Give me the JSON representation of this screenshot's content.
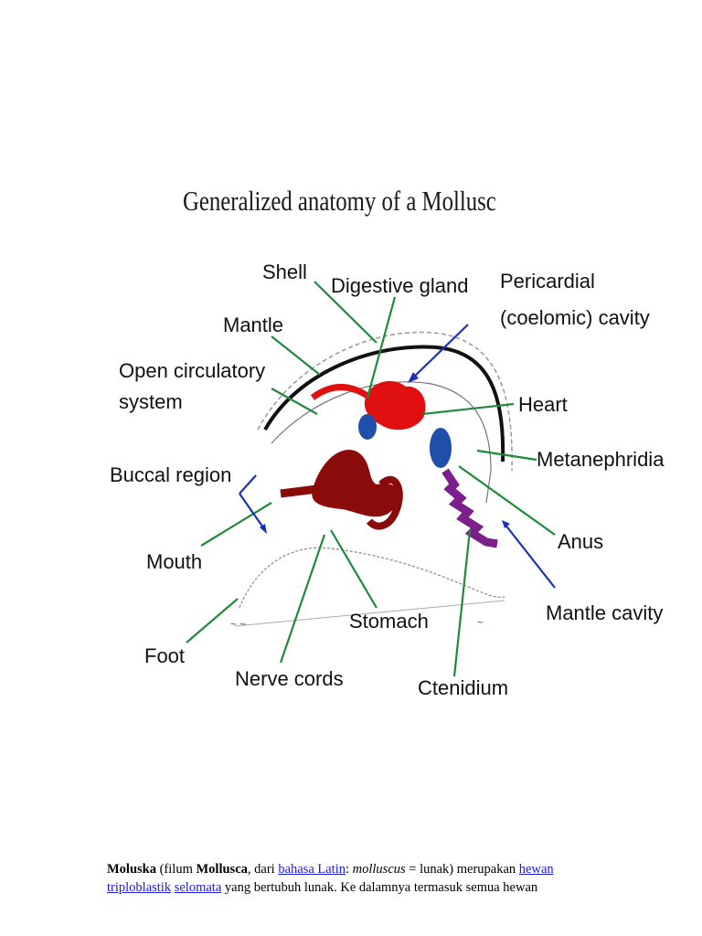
{
  "diagram": {
    "title": "Generalized anatomy of a Mollusc",
    "labels": {
      "shell": "Shell",
      "digestive_gland": "Digestive gland",
      "pericardial_1": "Pericardial",
      "pericardial_2": "(coelomic) cavity",
      "mantle": "Mantle",
      "open_circ_1": "Open circulatory",
      "open_circ_2": "system",
      "heart": "Heart",
      "metanephridia": "Metanephridia",
      "buccal": "Buccal region",
      "anus": "Anus",
      "mouth": "Mouth",
      "mantle_cavity": "Mantle cavity",
      "stomach": "Stomach",
      "foot": "Foot",
      "nerve_cords": "Nerve cords",
      "ctenidium": "Ctenidium"
    },
    "colors": {
      "leader_green": "#1f8a3c",
      "leader_blue": "#1c2fb8",
      "heart_red": "#e01010",
      "gland_dark_red": "#8b0a0a",
      "ctenidium_purple": "#7a1f8c",
      "blue_organ": "#1f4fa8"
    }
  },
  "paragraph": {
    "term": "Moluska",
    "t1": " (filum ",
    "phylum": "Mollusca",
    "t2": ", dari ",
    "link_bahasa_latin": "bahasa Latin",
    "t3": ": ",
    "latin_word": "molluscus",
    "t4": " = lunak) merupakan ",
    "link_hewan": "hewan",
    "t5": " ",
    "link_triploblastik": "triploblastik",
    "t6": " ",
    "link_selomata": "selomata",
    "t7": " yang bertubuh lunak. Ke dalamnya termasuk semua hewan"
  }
}
